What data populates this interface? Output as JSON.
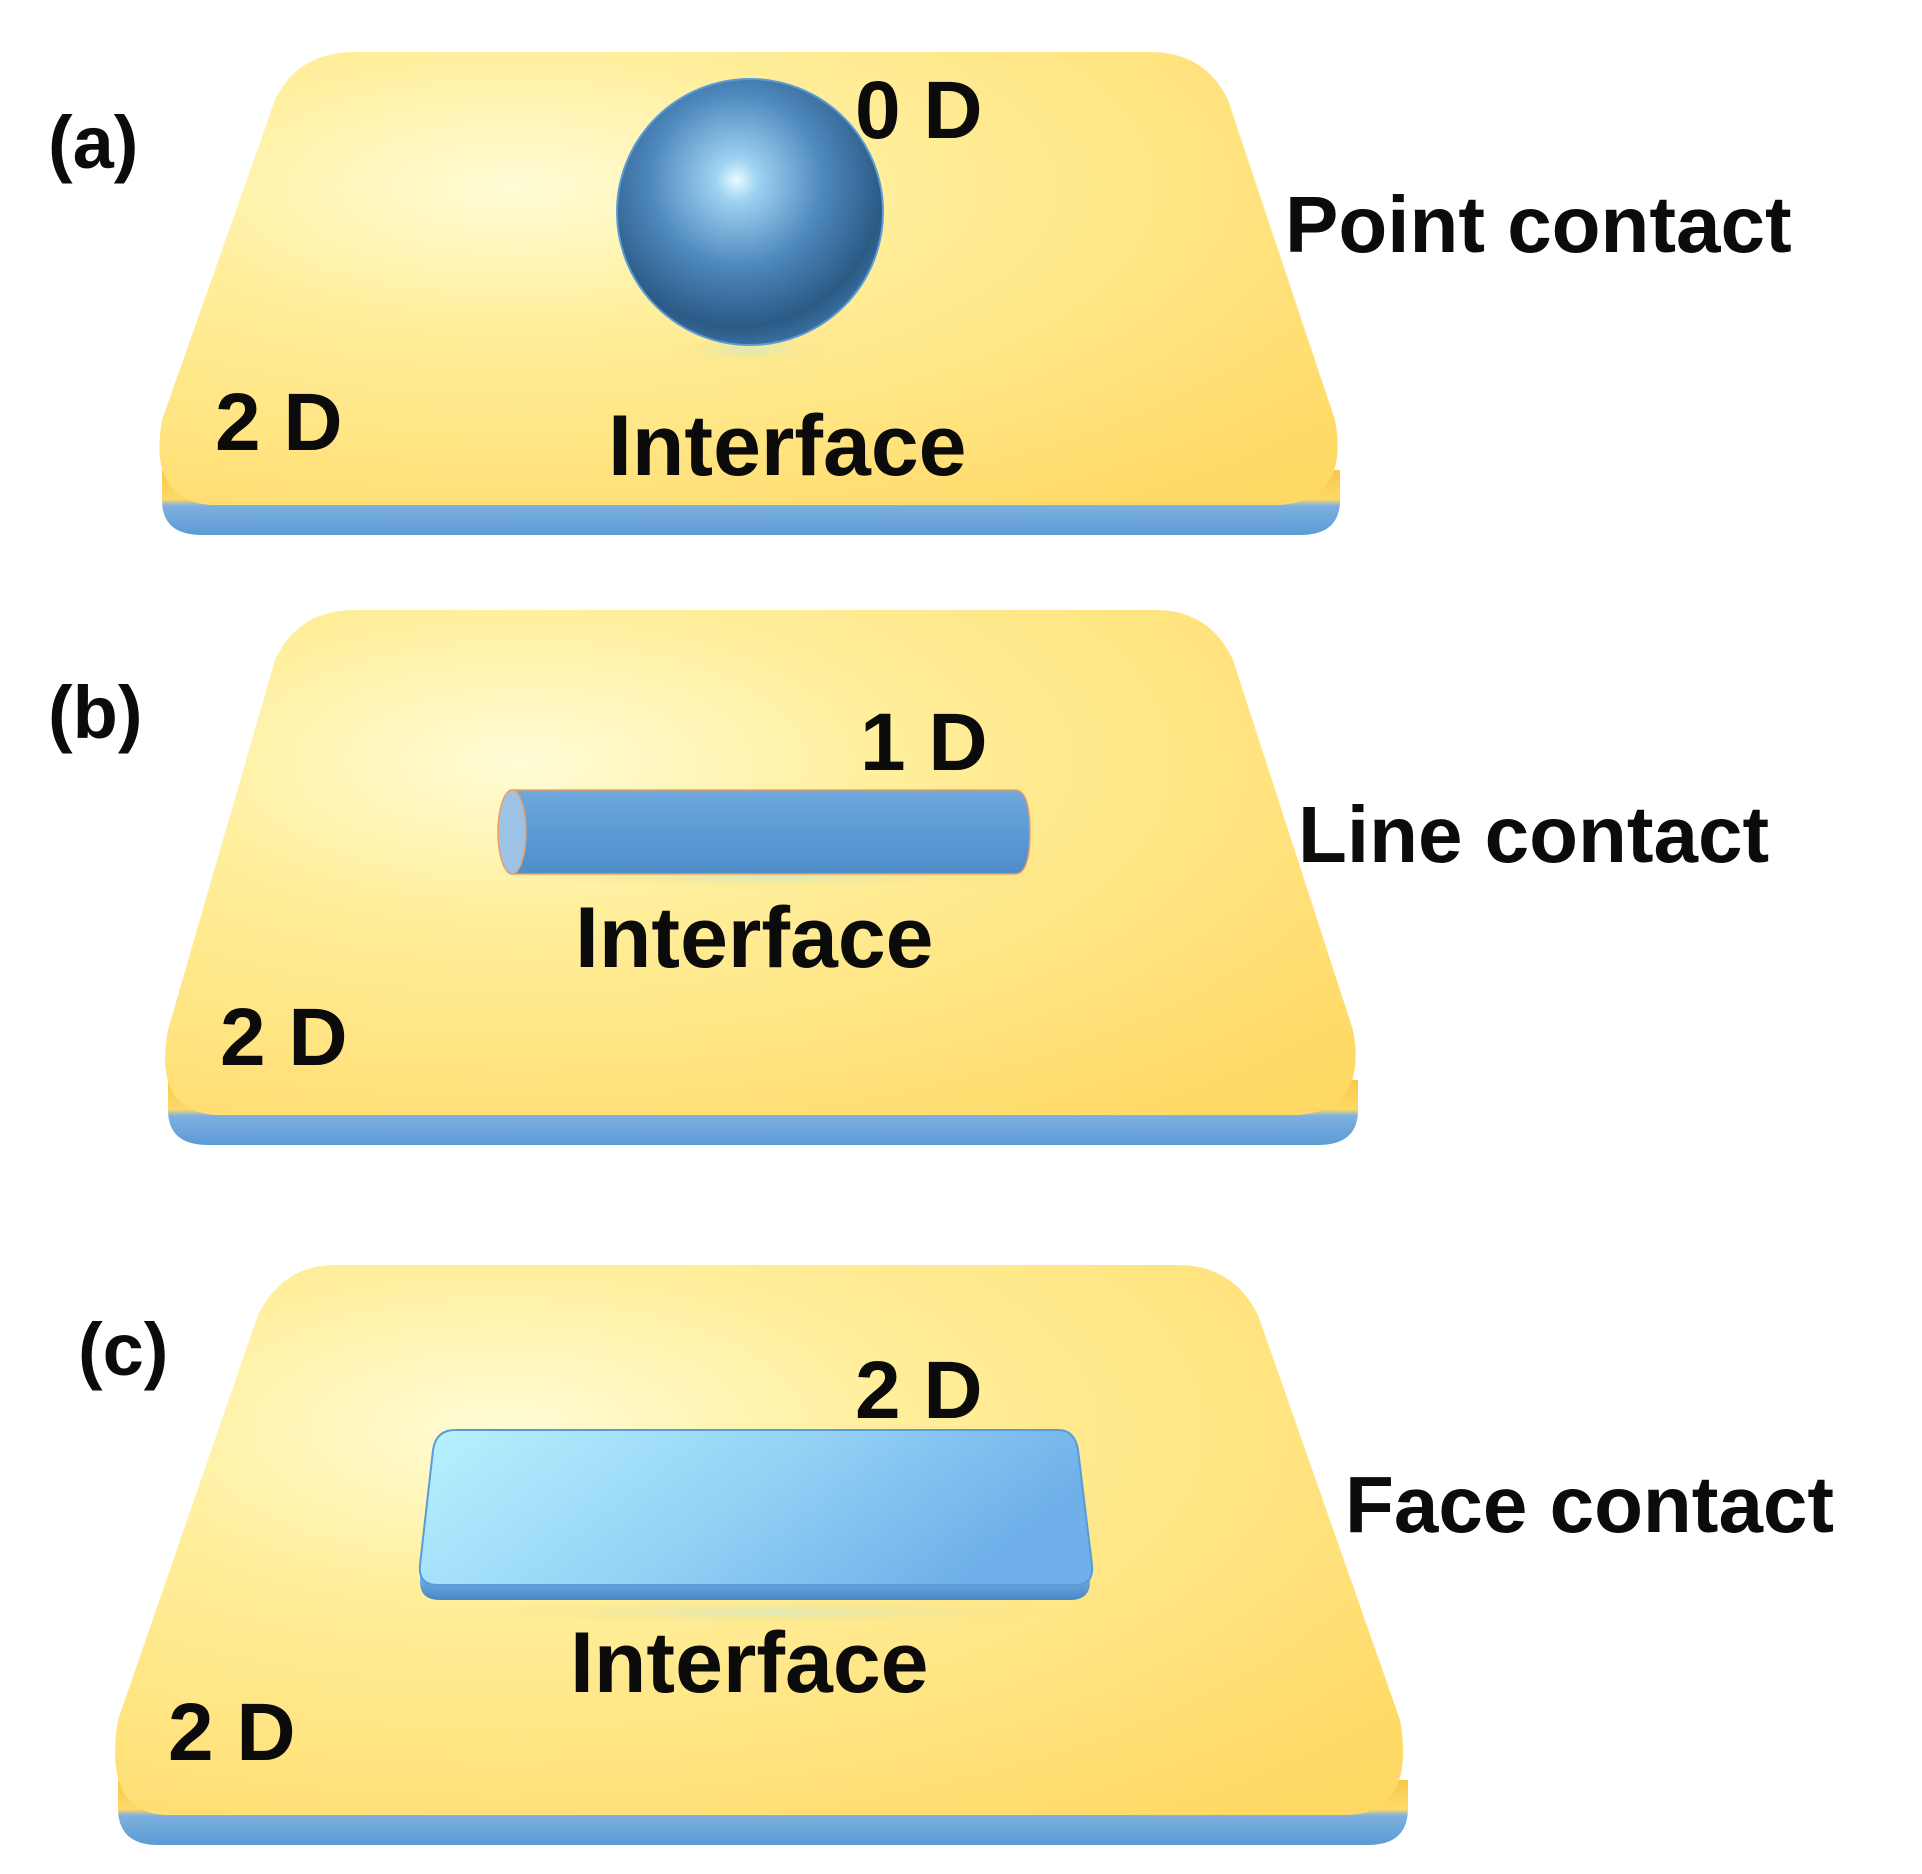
{
  "panels": [
    {
      "letter": "(a)",
      "object_dimension": "0 D",
      "substrate_dimension": "2 D",
      "interface": "Interface",
      "contact": "Point contact",
      "object_shape": "sphere-icon"
    },
    {
      "letter": "(b)",
      "object_dimension": "1 D",
      "substrate_dimension": "2 D",
      "interface": "Interface",
      "contact": "Line contact",
      "object_shape": "cylinder-icon"
    },
    {
      "letter": "(c)",
      "object_dimension": "2 D",
      "substrate_dimension": "2 D",
      "interface": "Interface",
      "contact": "Face contact",
      "object_shape": "slab-icon"
    }
  ],
  "colors": {
    "substrate": "#FFD966",
    "substrate_highlight": "#FFFCD6",
    "substrate_edge": "#5B9BD5",
    "object": "#5B9BD5",
    "slab_light": "#B8F2FF",
    "text": "#0B0B0B"
  }
}
